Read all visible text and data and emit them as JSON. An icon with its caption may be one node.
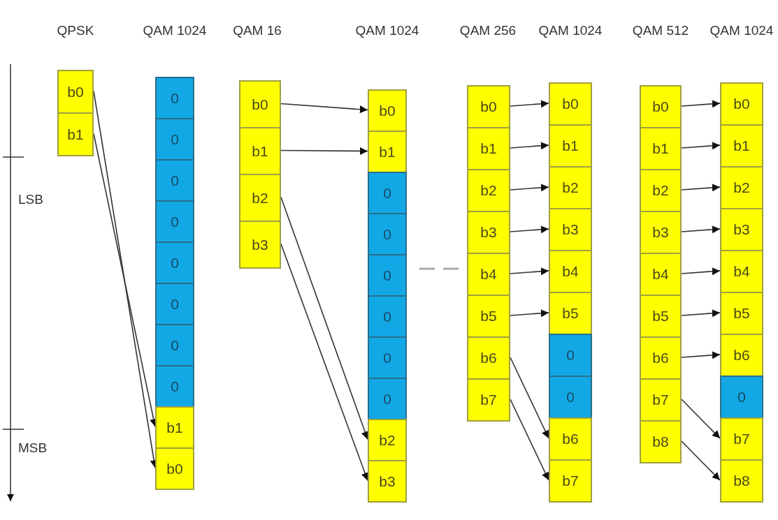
{
  "diagram": {
    "nodes": [
      {
        "text": [
          "b0"
        ]
      },
      {
        "text": [
          "b1"
        ]
      },
      {
        "text": [
          "0"
        ]
      },
      {
        "text": [
          "0"
        ]
      },
      {
        "text": [
          "0"
        ]
      },
      {
        "text": [
          "0"
        ]
      },
      {
        "text": [
          "0"
        ]
      },
      {
        "text": [
          "0"
        ]
      },
      {
        "text": [
          "0"
        ]
      },
      {
        "text": [
          "0"
        ]
      },
      {
        "text": [
          "b1"
        ]
      },
      {
        "text": [
          "b0"
        ]
      },
      {
        "text": [
          "b0"
        ]
      },
      {
        "text": [
          "b1"
        ]
      },
      {
        "text": [
          "b2"
        ]
      },
      {
        "text": [
          "b3"
        ]
      },
      {
        "text": [
          "b0"
        ]
      },
      {
        "text": [
          "b1"
        ]
      },
      {
        "text": [
          "0"
        ]
      },
      {
        "text": [
          "0"
        ]
      },
      {
        "text": [
          "0"
        ]
      },
      {
        "text": [
          "0"
        ]
      },
      {
        "text": [
          "0"
        ]
      },
      {
        "text": [
          "0"
        ]
      },
      {
        "text": [
          "b2"
        ]
      },
      {
        "text": [
          "b3"
        ]
      },
      {
        "text": [
          "b0"
        ]
      },
      {
        "text": [
          "b1"
        ]
      },
      {
        "text": [
          "b2"
        ]
      },
      {
        "text": [
          "b3"
        ]
      },
      {
        "text": [
          "b4"
        ]
      },
      {
        "text": [
          "b5"
        ]
      },
      {
        "text": [
          "b6"
        ]
      },
      {
        "text": [
          "b7"
        ]
      },
      {
        "text": [
          "b0"
        ]
      },
      {
        "text": [
          "b1"
        ]
      },
      {
        "text": [
          "b2"
        ]
      },
      {
        "text": [
          "b3"
        ]
      },
      {
        "text": [
          "b4"
        ]
      },
      {
        "text": [
          "b5"
        ]
      },
      {
        "text": [
          "0"
        ]
      },
      {
        "text": [
          "0"
        ]
      },
      {
        "text": [
          "b6"
        ]
      },
      {
        "text": [
          "b7"
        ]
      },
      {
        "text": [
          "b0"
        ]
      },
      {
        "text": [
          "b1"
        ]
      },
      {
        "text": [
          "b2"
        ]
      },
      {
        "text": [
          "b3"
        ]
      },
      {
        "text": [
          "b4"
        ]
      },
      {
        "text": [
          "b5"
        ]
      },
      {
        "text": [
          "b6"
        ]
      },
      {
        "text": [
          "b7"
        ]
      },
      {
        "text": [
          "b8"
        ]
      },
      {
        "text": [
          "b0"
        ]
      },
      {
        "text": [
          "b1"
        ]
      },
      {
        "text": [
          "b2"
        ]
      },
      {
        "text": [
          "b3"
        ]
      },
      {
        "text": [
          "b4"
        ]
      },
      {
        "text": [
          "b5"
        ]
      },
      {
        "text": [
          "b6"
        ]
      },
      {
        "text": [
          "0"
        ]
      },
      {
        "text": [
          "b7"
        ]
      },
      {
        "text": [
          "b8"
        ]
      }
    ],
    "edges": [
      {
        "from": 0,
        "to": 11,
        "arrow": "to"
      },
      {
        "from": 1,
        "to": 10,
        "arrow": "to"
      },
      {
        "from": 12,
        "to": 16,
        "arrow": "to"
      },
      {
        "from": 13,
        "to": 17,
        "arrow": "to"
      },
      {
        "from": 14,
        "to": 24,
        "arrow": "to"
      },
      {
        "from": 15,
        "to": 25,
        "arrow": "to"
      },
      {
        "from": 26,
        "to": 34,
        "arrow": "to"
      },
      {
        "from": 27,
        "to": 35,
        "arrow": "to"
      },
      {
        "from": 28,
        "to": 36,
        "arrow": "to"
      },
      {
        "from": 29,
        "to": 37,
        "arrow": "to"
      },
      {
        "from": 30,
        "to": 38,
        "arrow": "to"
      },
      {
        "from": 31,
        "to": 39,
        "arrow": "to"
      },
      {
        "from": 32,
        "to": 42,
        "arrow": "to"
      },
      {
        "from": 33,
        "to": 43,
        "arrow": "to"
      },
      {
        "from": 44,
        "to": 53,
        "arrow": "to"
      },
      {
        "from": 45,
        "to": 54,
        "arrow": "to"
      },
      {
        "from": 46,
        "to": 55,
        "arrow": "to"
      },
      {
        "from": 47,
        "to": 56,
        "arrow": "to"
      },
      {
        "from": 48,
        "to": 57,
        "arrow": "to"
      },
      {
        "from": 49,
        "to": 58,
        "arrow": "to"
      },
      {
        "from": 50,
        "to": 59,
        "arrow": "to"
      },
      {
        "from": 51,
        "to": 61,
        "arrow": "to"
      },
      {
        "from": 52,
        "to": 62,
        "arrow": "to"
      }
    ],
    "labels": [
      "QPSK",
      "QAM 1024",
      "QAM 16",
      "QAM 1024",
      "QAM 256",
      "QAM 1024",
      "QAM 512",
      "QAM 1024",
      "LSB",
      "MSB"
    ]
  }
}
